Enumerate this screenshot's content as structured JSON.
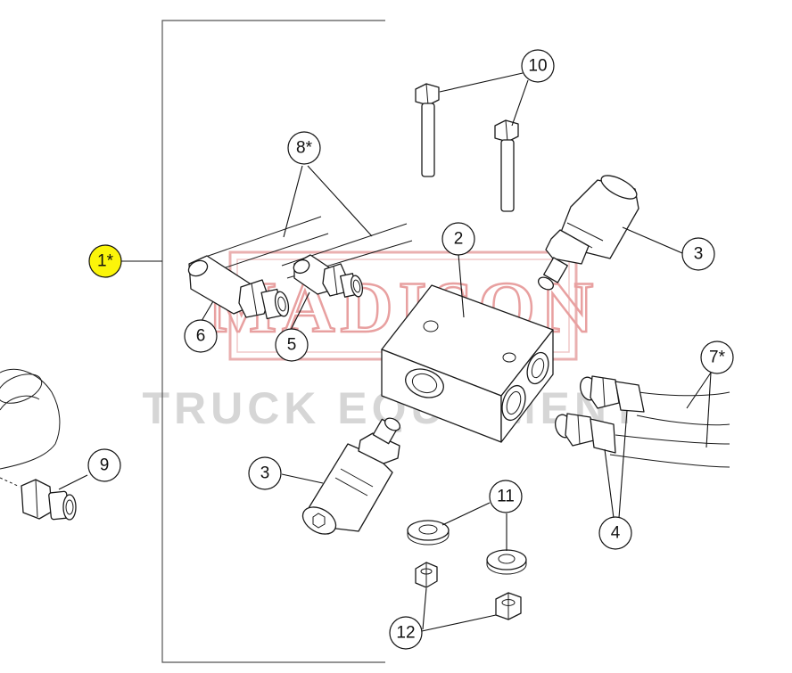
{
  "watermark": {
    "brand": "MADISON",
    "subtitle": "TRUCK EQUIPMENT",
    "brand_color": "#e8a0a0"
  },
  "callouts": [
    {
      "id": "c1",
      "label": "1*",
      "highlighted": true
    },
    {
      "id": "c2",
      "label": "2"
    },
    {
      "id": "c3a",
      "label": "3"
    },
    {
      "id": "c3b",
      "label": "3"
    },
    {
      "id": "c4",
      "label": "4"
    },
    {
      "id": "c5",
      "label": "5"
    },
    {
      "id": "c6",
      "label": "6"
    },
    {
      "id": "c7",
      "label": "7*"
    },
    {
      "id": "c8",
      "label": "8*"
    },
    {
      "id": "c9",
      "label": "9"
    },
    {
      "id": "c10",
      "label": "10"
    },
    {
      "id": "c11",
      "label": "11"
    },
    {
      "id": "c12",
      "label": "12"
    }
  ],
  "highlight_color": "#fbf50a"
}
